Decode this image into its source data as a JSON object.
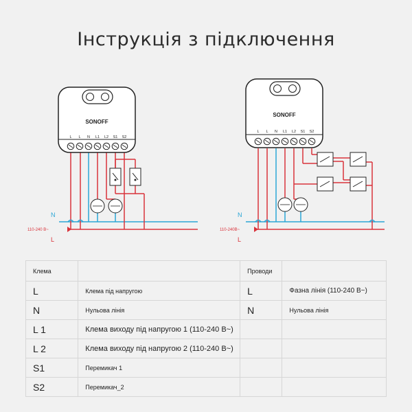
{
  "title": "Інструкція з підключення",
  "left_device": {
    "brand": "SONOFF",
    "terminals": [
      "L",
      "L",
      "N",
      "L1",
      "L2",
      "S1",
      "S2"
    ]
  },
  "right_device": {
    "brand": "SONOFF",
    "terminals": [
      "L",
      "L",
      "N",
      "L1",
      "L2",
      "S1",
      "S2"
    ]
  },
  "left_bus": {
    "n_label": "N",
    "voltage_label": "110-240 В~",
    "l_label": "L"
  },
  "right_bus": {
    "n_label": "N",
    "voltage_label": "110-240В~",
    "l_label": "L"
  },
  "colors": {
    "neutral": "#2aa6d6",
    "live": "#d9323a",
    "device_fill": "#ffffff",
    "device_stroke": "#222222"
  },
  "table": {
    "header": {
      "col1": "Клема",
      "col3": "Проводи"
    },
    "rows": [
      {
        "terminal": "L",
        "description": "Клема під напругою",
        "wire": "L",
        "wire_desc": "Фазна лінія (110-240 В~)"
      },
      {
        "terminal": "N",
        "description": "Нульова лінія",
        "wire": "N",
        "wire_desc": "Нульова лінія"
      },
      {
        "terminal": "L 1",
        "description": "Клема виходу під напругою 1 (110-240 В~)",
        "wire": "",
        "wire_desc": ""
      },
      {
        "terminal": "L 2",
        "description": "Клема виходу під напругою 2 (110-240 В~)",
        "wire": "",
        "wire_desc": ""
      },
      {
        "terminal": "S1",
        "description": "Перемикач 1",
        "wire": "",
        "wire_desc": ""
      },
      {
        "terminal": "S2",
        "description": "Перемикач_2",
        "wire": "",
        "wire_desc": ""
      }
    ]
  }
}
